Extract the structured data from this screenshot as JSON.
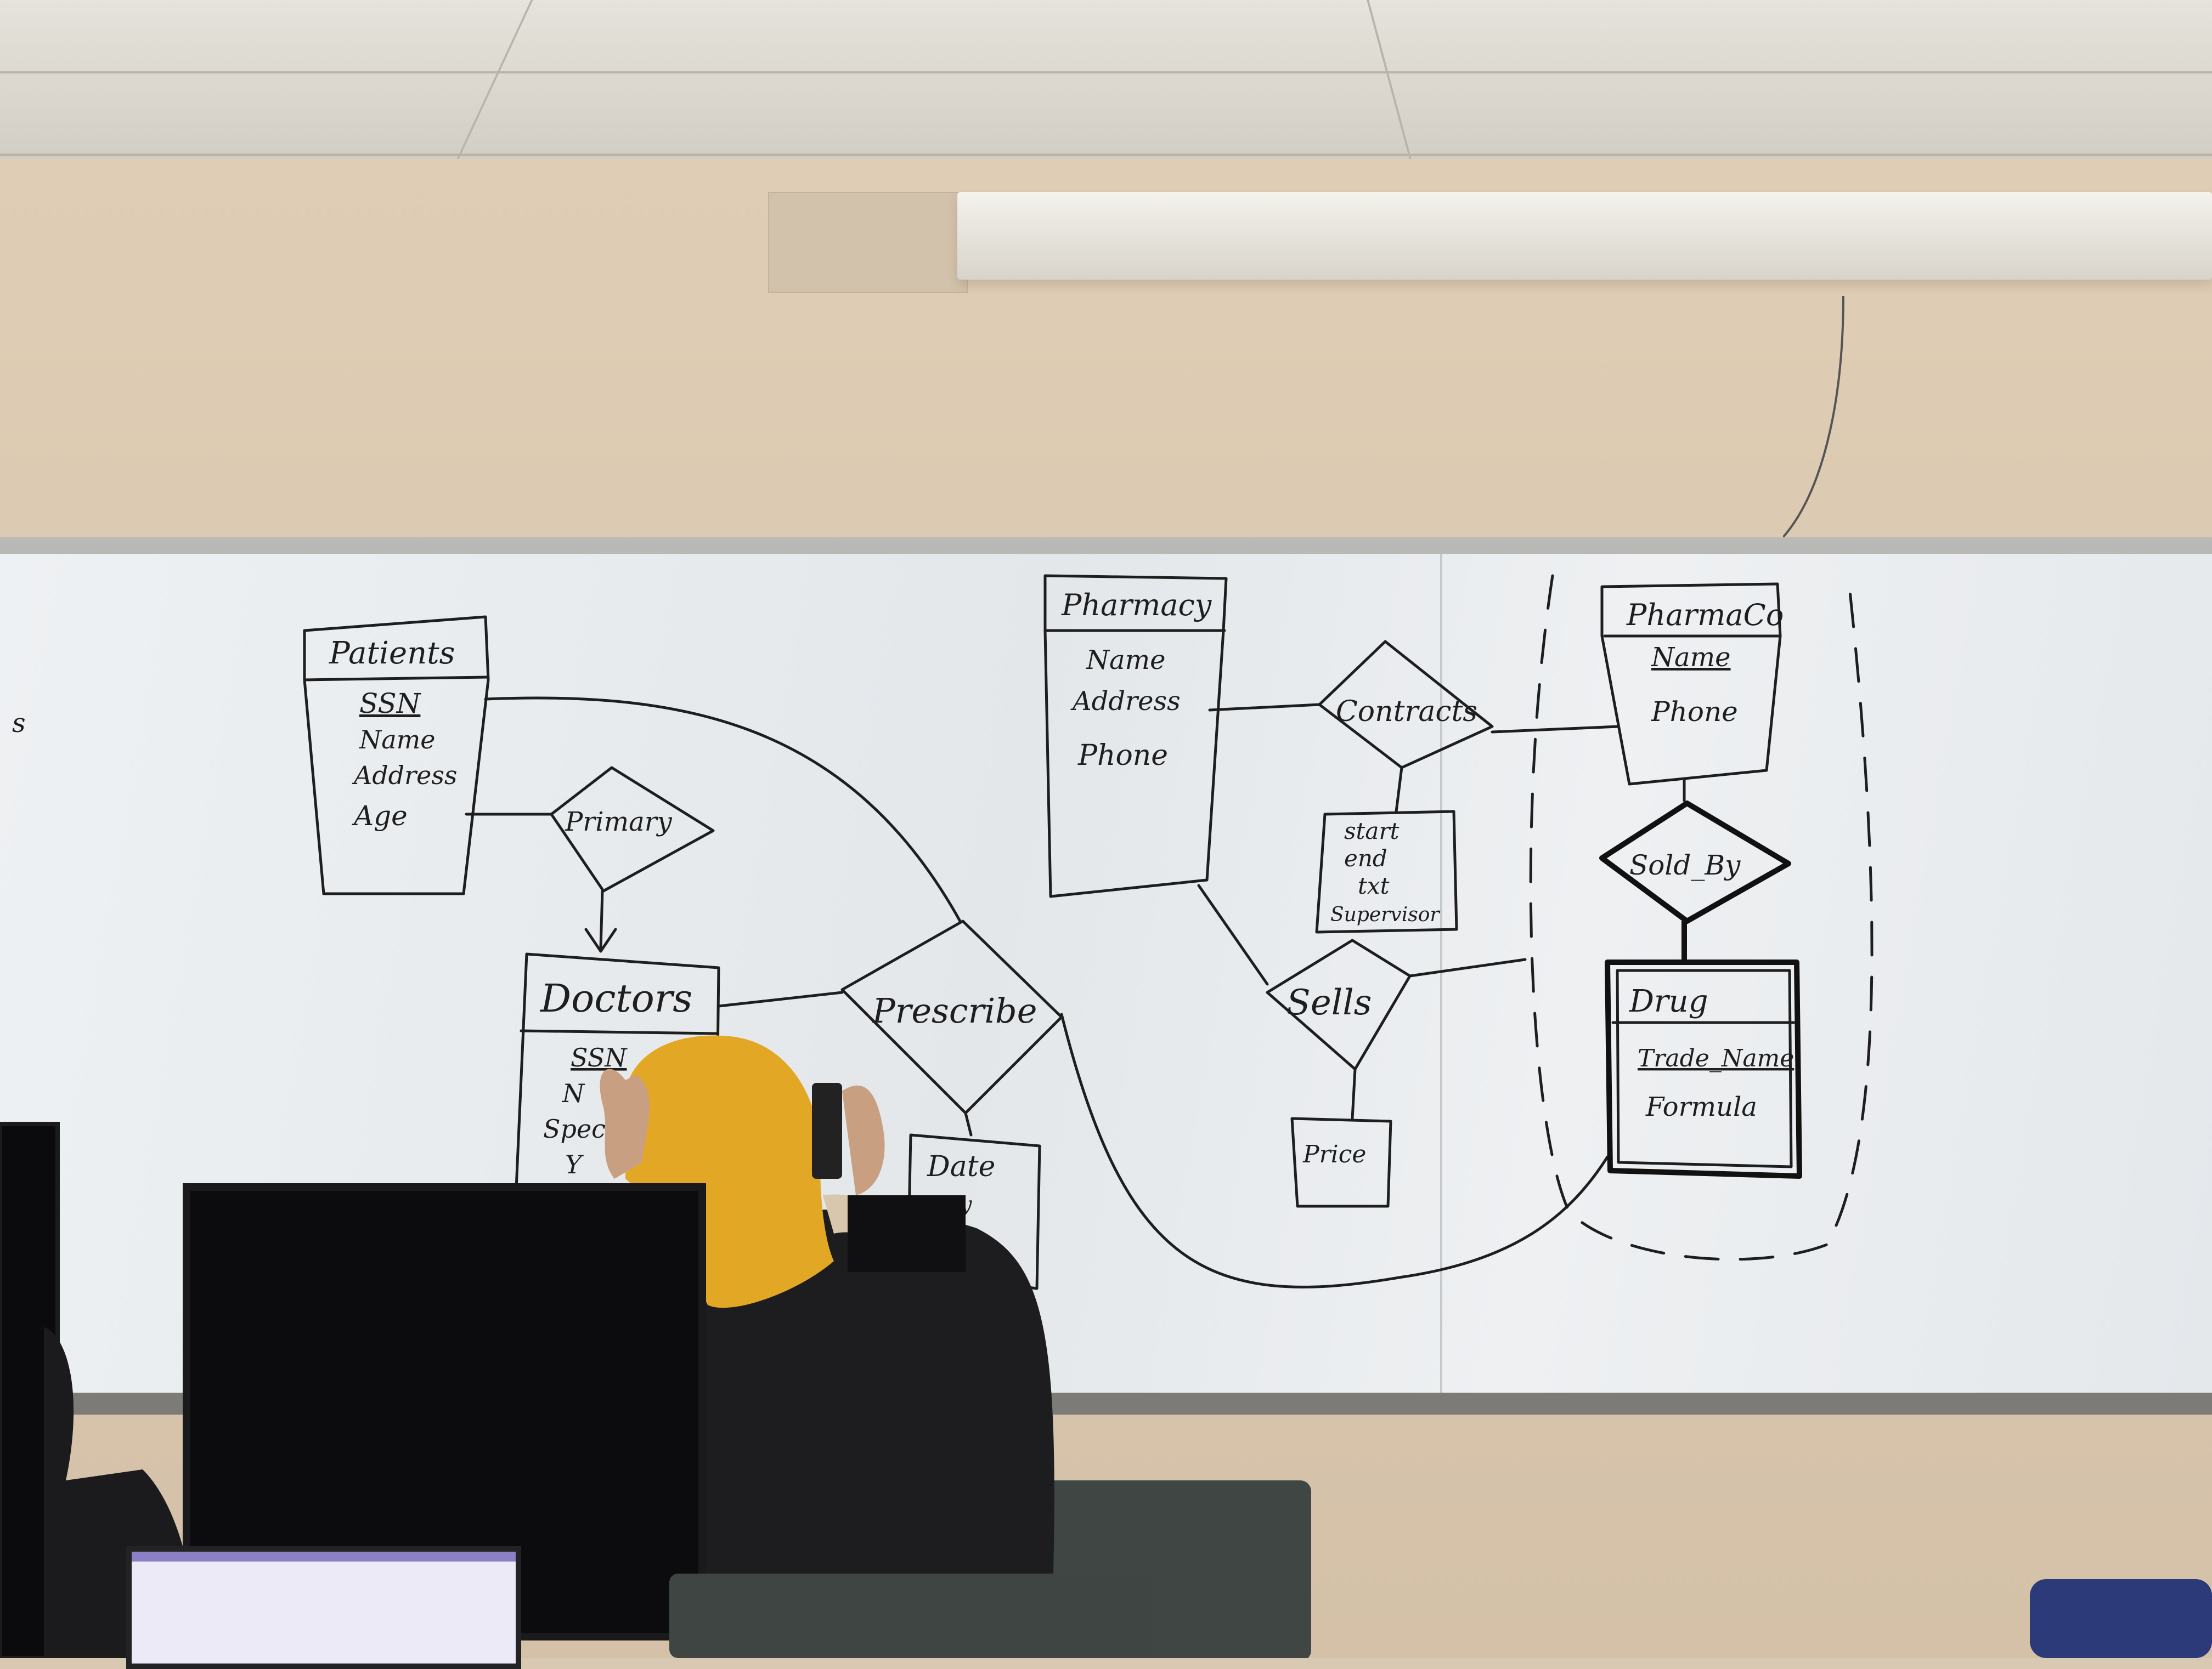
{
  "whiteboard": {
    "entities": {
      "patients": {
        "title": "Patients",
        "attrs": [
          "SSN",
          "Name",
          "Address",
          "Age"
        ]
      },
      "doctors": {
        "title": "Doctors",
        "attrs": [
          "SSN",
          "N",
          "Spec",
          "Y"
        ]
      },
      "pharmacy": {
        "title": "Pharmacy",
        "attrs": [
          "Name",
          "Address",
          "Phone"
        ]
      },
      "pharmaco": {
        "title": "PharmaCo",
        "attrs": [
          "Name",
          "Phone"
        ]
      },
      "drug": {
        "title": "Drug",
        "attrs": [
          "Trade_Name",
          "Formula"
        ]
      }
    },
    "relationships": {
      "primary": "Primary",
      "prescribe": "Prescribe",
      "contracts": "Contracts",
      "sells": "Sells",
      "sold_by": "Sold_By"
    },
    "attribute_boxes": {
      "contracts_attrs": [
        "start",
        "end",
        "txt",
        "Supervisor"
      ],
      "sells_attrs": [
        "Price"
      ],
      "prescribe_attrs": [
        "Date",
        "Qty"
      ]
    },
    "margin_mark": "s"
  },
  "colors": {
    "ink": "#1e1e1e",
    "hijab": "#e3a726",
    "whiteboard": "#e8ecee",
    "wall": "#d9c8b2"
  }
}
